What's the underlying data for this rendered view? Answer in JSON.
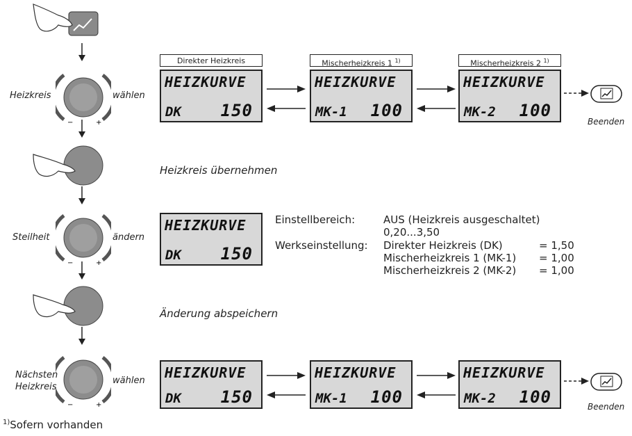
{
  "steps": {
    "s1_select": {
      "left": "Heizkreis",
      "right": "wählen"
    },
    "s2_text": "Heizkreis übernehmen",
    "s3_change": {
      "left": "Steilheit",
      "right": "ändern"
    },
    "s4_text": "Änderung abspeichern",
    "s5_next": {
      "left_line1": "Nächsten",
      "left_line2": "Heizkreis",
      "right": "wählen"
    }
  },
  "headers": [
    "Direkter Heizkreis",
    "Mischerheizkreis 1",
    "Mischerheizkreis 2"
  ],
  "header_sup": "1)",
  "lcd": {
    "title": "HEIZKURVE",
    "row1": [
      {
        "circuit": "DK",
        "value": "150"
      },
      {
        "circuit": "MK-1",
        "value": "100"
      },
      {
        "circuit": "MK-2",
        "value": "100"
      }
    ],
    "edit": {
      "circuit": "DK",
      "value": "150"
    },
    "row3": [
      {
        "circuit": "DK",
        "value": "150"
      },
      {
        "circuit": "MK-1",
        "value": "100"
      },
      {
        "circuit": "MK-2",
        "value": "100"
      }
    ]
  },
  "beenden": "Beenden",
  "settings": {
    "range_label": "Einstellbereich:",
    "range_line1": "AUS (Heizkreis ausgeschaltet)",
    "range_line2": "0,20...3,50",
    "factory_label": "Werkseinstellung:",
    "factory_lines": [
      {
        "name": "Direkter Heizkreis (DK)",
        "value": "= 1,50"
      },
      {
        "name": "Mischerheizkreis 1 (MK-1)",
        "value": "= 1,00"
      },
      {
        "name": "Mischerheizkreis 2 (MK-2)",
        "value": "= 1,00"
      }
    ]
  },
  "footnote": {
    "sup": "1)",
    "text": "Sofern vorhanden"
  },
  "icons": [
    "hand-press-icon",
    "curve-button-icon",
    "rotary-knob-icon",
    "curve-exit-icon"
  ]
}
